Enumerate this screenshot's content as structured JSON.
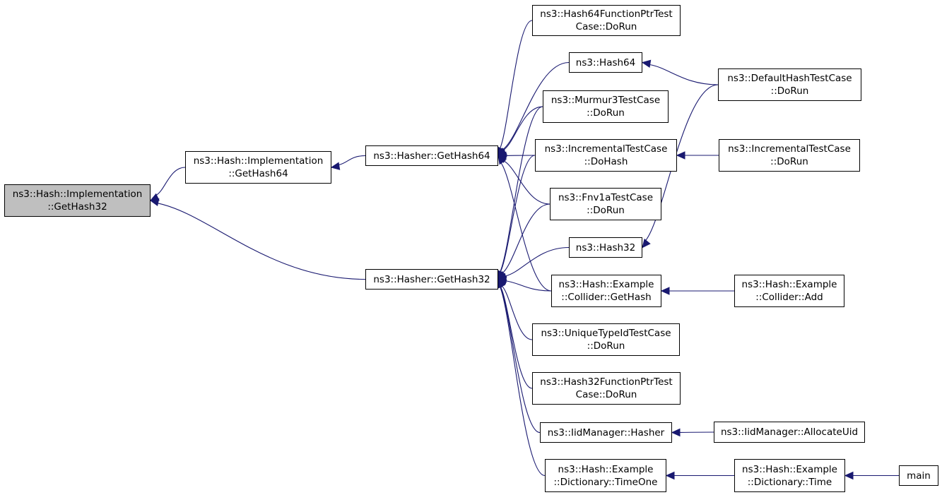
{
  "nodes": [
    {
      "id": "impl_gethash32",
      "lines": [
        "ns3::Hash::Implementation",
        "::GetHash32"
      ],
      "highlight": true
    },
    {
      "id": "impl_gethash64",
      "lines": [
        "ns3::Hash::Implementation",
        "::GetHash64"
      ]
    },
    {
      "id": "hasher_gethash64",
      "lines": [
        "ns3::Hasher::GetHash64"
      ]
    },
    {
      "id": "hasher_gethash32",
      "lines": [
        "ns3::Hasher::GetHash32"
      ]
    },
    {
      "id": "hash64fp_dorun",
      "lines": [
        "ns3::Hash64FunctionPtrTest",
        "Case::DoRun"
      ]
    },
    {
      "id": "hash64",
      "lines": [
        "ns3::Hash64"
      ]
    },
    {
      "id": "murmur3_dorun",
      "lines": [
        "ns3::Murmur3TestCase",
        "::DoRun"
      ]
    },
    {
      "id": "incremental_dohash",
      "lines": [
        "ns3::IncrementalTestCase",
        "::DoHash"
      ]
    },
    {
      "id": "fnv1a_dorun",
      "lines": [
        "ns3::Fnv1aTestCase",
        "::DoRun"
      ]
    },
    {
      "id": "hash32",
      "lines": [
        "ns3::Hash32"
      ]
    },
    {
      "id": "collider_gethash",
      "lines": [
        "ns3::Hash::Example",
        "::Collider::GetHash"
      ]
    },
    {
      "id": "uniquetypeid_dorun",
      "lines": [
        "ns3::UniqueTypeIdTestCase",
        "::DoRun"
      ]
    },
    {
      "id": "hash32fp_dorun",
      "lines": [
        "ns3::Hash32FunctionPtrTest",
        "Case::DoRun"
      ]
    },
    {
      "id": "iid_hasher",
      "lines": [
        "ns3::IidManager::Hasher"
      ]
    },
    {
      "id": "dict_timeone",
      "lines": [
        "ns3::Hash::Example",
        "::Dictionary::TimeOne"
      ]
    },
    {
      "id": "defaulthash_dorun",
      "lines": [
        "ns3::DefaultHashTestCase",
        "::DoRun"
      ]
    },
    {
      "id": "incremental_dorun",
      "lines": [
        "ns3::IncrementalTestCase",
        "::DoRun"
      ]
    },
    {
      "id": "collider_add",
      "lines": [
        "ns3::Hash::Example",
        "::Collider::Add"
      ]
    },
    {
      "id": "iid_allocateuid",
      "lines": [
        "ns3::IidManager::AllocateUid"
      ]
    },
    {
      "id": "dict_time",
      "lines": [
        "ns3::Hash::Example",
        "::Dictionary::Time"
      ]
    },
    {
      "id": "main",
      "lines": [
        "main"
      ]
    }
  ],
  "edges": [
    {
      "from": "impl_gethash64",
      "to": "impl_gethash32"
    },
    {
      "from": "hasher_gethash32",
      "to": "impl_gethash32"
    },
    {
      "from": "hasher_gethash64",
      "to": "impl_gethash64"
    },
    {
      "from": "hash64fp_dorun",
      "to": "hasher_gethash64"
    },
    {
      "from": "hash64",
      "to": "hasher_gethash64"
    },
    {
      "from": "murmur3_dorun",
      "to": "hasher_gethash64"
    },
    {
      "from": "incremental_dohash",
      "to": "hasher_gethash64"
    },
    {
      "from": "fnv1a_dorun",
      "to": "hasher_gethash64"
    },
    {
      "from": "collider_gethash",
      "to": "hasher_gethash64"
    },
    {
      "from": "murmur3_dorun",
      "to": "hasher_gethash32"
    },
    {
      "from": "incremental_dohash",
      "to": "hasher_gethash32"
    },
    {
      "from": "fnv1a_dorun",
      "to": "hasher_gethash32"
    },
    {
      "from": "hash32",
      "to": "hasher_gethash32"
    },
    {
      "from": "collider_gethash",
      "to": "hasher_gethash32"
    },
    {
      "from": "uniquetypeid_dorun",
      "to": "hasher_gethash32"
    },
    {
      "from": "hash32fp_dorun",
      "to": "hasher_gethash32"
    },
    {
      "from": "iid_hasher",
      "to": "hasher_gethash32"
    },
    {
      "from": "dict_timeone",
      "to": "hasher_gethash32"
    },
    {
      "from": "defaulthash_dorun",
      "to": "hash64"
    },
    {
      "from": "defaulthash_dorun",
      "to": "hash32"
    },
    {
      "from": "incremental_dorun",
      "to": "incremental_dohash"
    },
    {
      "from": "collider_add",
      "to": "collider_gethash"
    },
    {
      "from": "iid_allocateuid",
      "to": "iid_hasher"
    },
    {
      "from": "dict_time",
      "to": "dict_timeone"
    },
    {
      "from": "main",
      "to": "dict_time"
    }
  ]
}
